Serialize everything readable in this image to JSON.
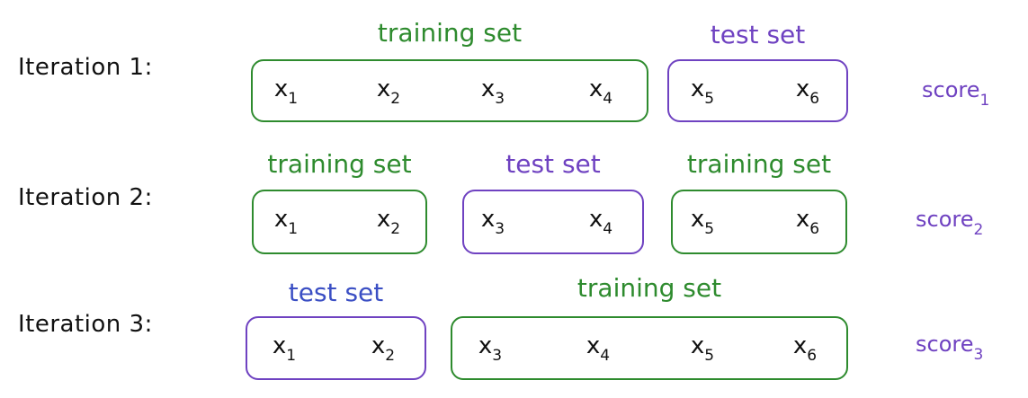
{
  "colors": {
    "training": "#2e8b2e",
    "test": "#6f42c1",
    "test_label_row2": "#6f42c1",
    "test_label_row3": "#3b4fc4",
    "score": "#6f42c1",
    "text": "#111111"
  },
  "labels": {
    "training": "training set",
    "test": "test set"
  },
  "iterations": [
    {
      "label": "Iteration 1:",
      "score_base": "score",
      "score_sub": "1",
      "groups": [
        {
          "kind": "training",
          "items": [
            {
              "b": "x",
              "s": "1"
            },
            {
              "b": "x",
              "s": "2"
            },
            {
              "b": "x",
              "s": "3"
            },
            {
              "b": "x",
              "s": "4"
            }
          ]
        },
        {
          "kind": "test",
          "items": [
            {
              "b": "x",
              "s": "5"
            },
            {
              "b": "x",
              "s": "6"
            }
          ]
        }
      ]
    },
    {
      "label": "Iteration 2:",
      "score_base": "score",
      "score_sub": "2",
      "groups": [
        {
          "kind": "training",
          "items": [
            {
              "b": "x",
              "s": "1"
            },
            {
              "b": "x",
              "s": "2"
            }
          ]
        },
        {
          "kind": "test",
          "items": [
            {
              "b": "x",
              "s": "3"
            },
            {
              "b": "x",
              "s": "4"
            }
          ]
        },
        {
          "kind": "training",
          "items": [
            {
              "b": "x",
              "s": "5"
            },
            {
              "b": "x",
              "s": "6"
            }
          ]
        }
      ]
    },
    {
      "label": "Iteration 3:",
      "score_base": "score",
      "score_sub": "3",
      "groups": [
        {
          "kind": "test",
          "items": [
            {
              "b": "x",
              "s": "1"
            },
            {
              "b": "x",
              "s": "2"
            }
          ]
        },
        {
          "kind": "training",
          "items": [
            {
              "b": "x",
              "s": "3"
            },
            {
              "b": "x",
              "s": "4"
            },
            {
              "b": "x",
              "s": "5"
            },
            {
              "b": "x",
              "s": "6"
            }
          ]
        }
      ]
    }
  ]
}
